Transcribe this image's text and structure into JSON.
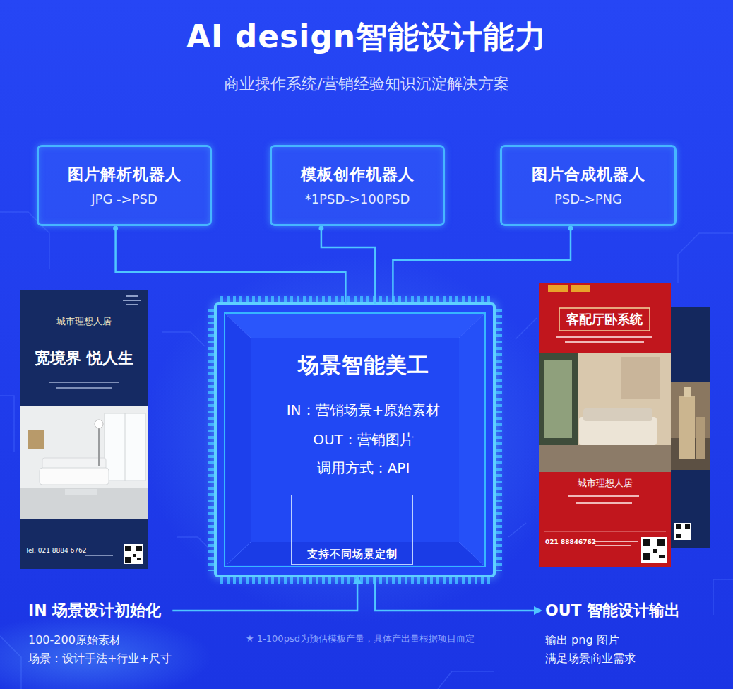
{
  "diagram": {
    "title": "AI design智能设计能力",
    "nodes": [
      {
        "text": [
          "图片解析机器人",
          "JPG ->PSD"
        ]
      },
      {
        "text": [
          "模板创作机器人",
          "*1PSD->100PSD"
        ]
      },
      {
        "text": [
          "图片合成机器人",
          "PSD->PNG"
        ]
      },
      {
        "text": [
          "场景智能美工",
          "IN：营销场景+原始素材",
          "OUT：营销图片",
          "调用方式：API"
        ]
      },
      {
        "text": [
          "支持不同场景定制"
        ],
        "in": 3
      },
      {
        "text": [
          "IN 场景设计初始化",
          "100-200原始素材",
          "场景：设计手法+行业+尺寸"
        ]
      },
      {
        "text": [
          "OUT 智能设计输出",
          "输出 png 图片",
          "满足场景商业需求"
        ]
      }
    ],
    "edges": [
      {
        "from": 0,
        "to": 3,
        "arrow": "none"
      },
      {
        "from": 1,
        "to": 3,
        "arrow": "none"
      },
      {
        "from": 2,
        "to": 3,
        "arrow": "none"
      },
      {
        "from": 5,
        "to": 3,
        "arrow": "to"
      },
      {
        "from": 3,
        "to": 6,
        "arrow": "to"
      }
    ],
    "labels": [
      "商业操作系统/营销经验知识沉淀解决方案",
      "城市理想人居",
      "宽境界 悦人生",
      "Tel. 021 8884 6762",
      "客配厅卧系统",
      "城市理想人居",
      "021 88846762",
      "★ 1-100psd为预估模板产量，具体产出量根据项目而定"
    ]
  }
}
